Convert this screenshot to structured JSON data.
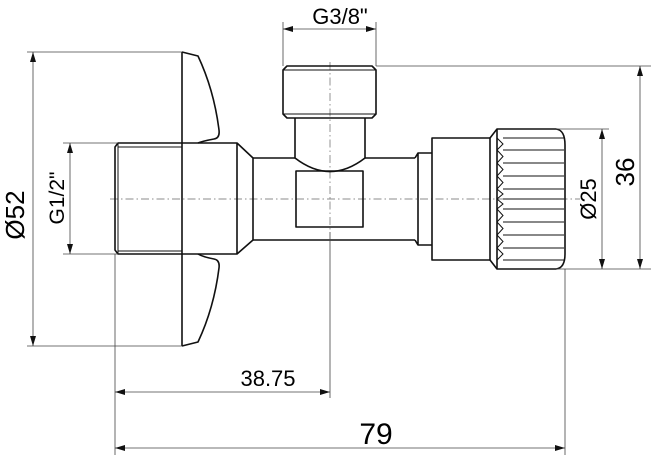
{
  "drawing": {
    "title": "Angle valve dimension drawing",
    "dimensions": {
      "outlet_thread": "G3/8\"",
      "escutcheon_diameter": "Ø52",
      "inlet_thread": "G1/2\"",
      "outlet_offset": "38.75",
      "overall_length": "79",
      "knob_diameter": "Ø25",
      "outlet_height": "36"
    },
    "line_color": "#111111"
  }
}
